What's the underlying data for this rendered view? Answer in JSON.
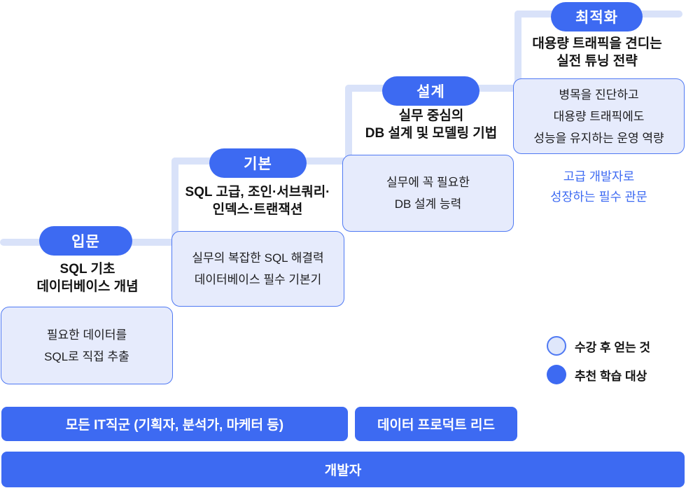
{
  "colors": {
    "primary": "#3D6AF2",
    "track": "#D9E2F9",
    "box-bg": "#E6EBFC",
    "box-border": "#4F79F3",
    "accent": "#3D6AF2"
  },
  "steps": [
    {
      "label": "입문",
      "title_lines": [
        "SQL 기초",
        "데이터베이스 개념"
      ],
      "outcome_lines": [
        "필요한 데이터를",
        "SQL로 직접 추출"
      ]
    },
    {
      "label": "기본",
      "title_lines": [
        "SQL 고급, 조인·서브쿼리·",
        "인덱스·트랜잭션"
      ],
      "outcome_lines": [
        "실무의 복잡한 SQL 해결력",
        "데이터베이스 필수 기본기"
      ]
    },
    {
      "label": "설계",
      "title_lines": [
        "실무 중심의",
        "DB 설계 및 모델링 기법"
      ],
      "outcome_lines": [
        "실무에 꼭 필요한",
        "DB 설계 능력"
      ]
    },
    {
      "label": "최적화",
      "title_lines": [
        "대용량 트래픽을 견디는",
        "실전 튜닝 전략"
      ],
      "outcome_lines": [
        "병목을 진단하고",
        "대용량 트래픽에도",
        "성능을 유지하는 운영 역량"
      ]
    }
  ],
  "callout": {
    "lines": [
      "고급 개발자로",
      "성장하는 필수 관문"
    ]
  },
  "legend": {
    "outcome_label": "수강 후 얻는 것",
    "audience_label": "추천 학습 대상"
  },
  "audience_bars": {
    "all_it": "모든 IT직군 (기획자, 분석가, 마케터 등)",
    "data_product_lead": "데이터 프로덕트 리드",
    "developer": "개발자"
  }
}
